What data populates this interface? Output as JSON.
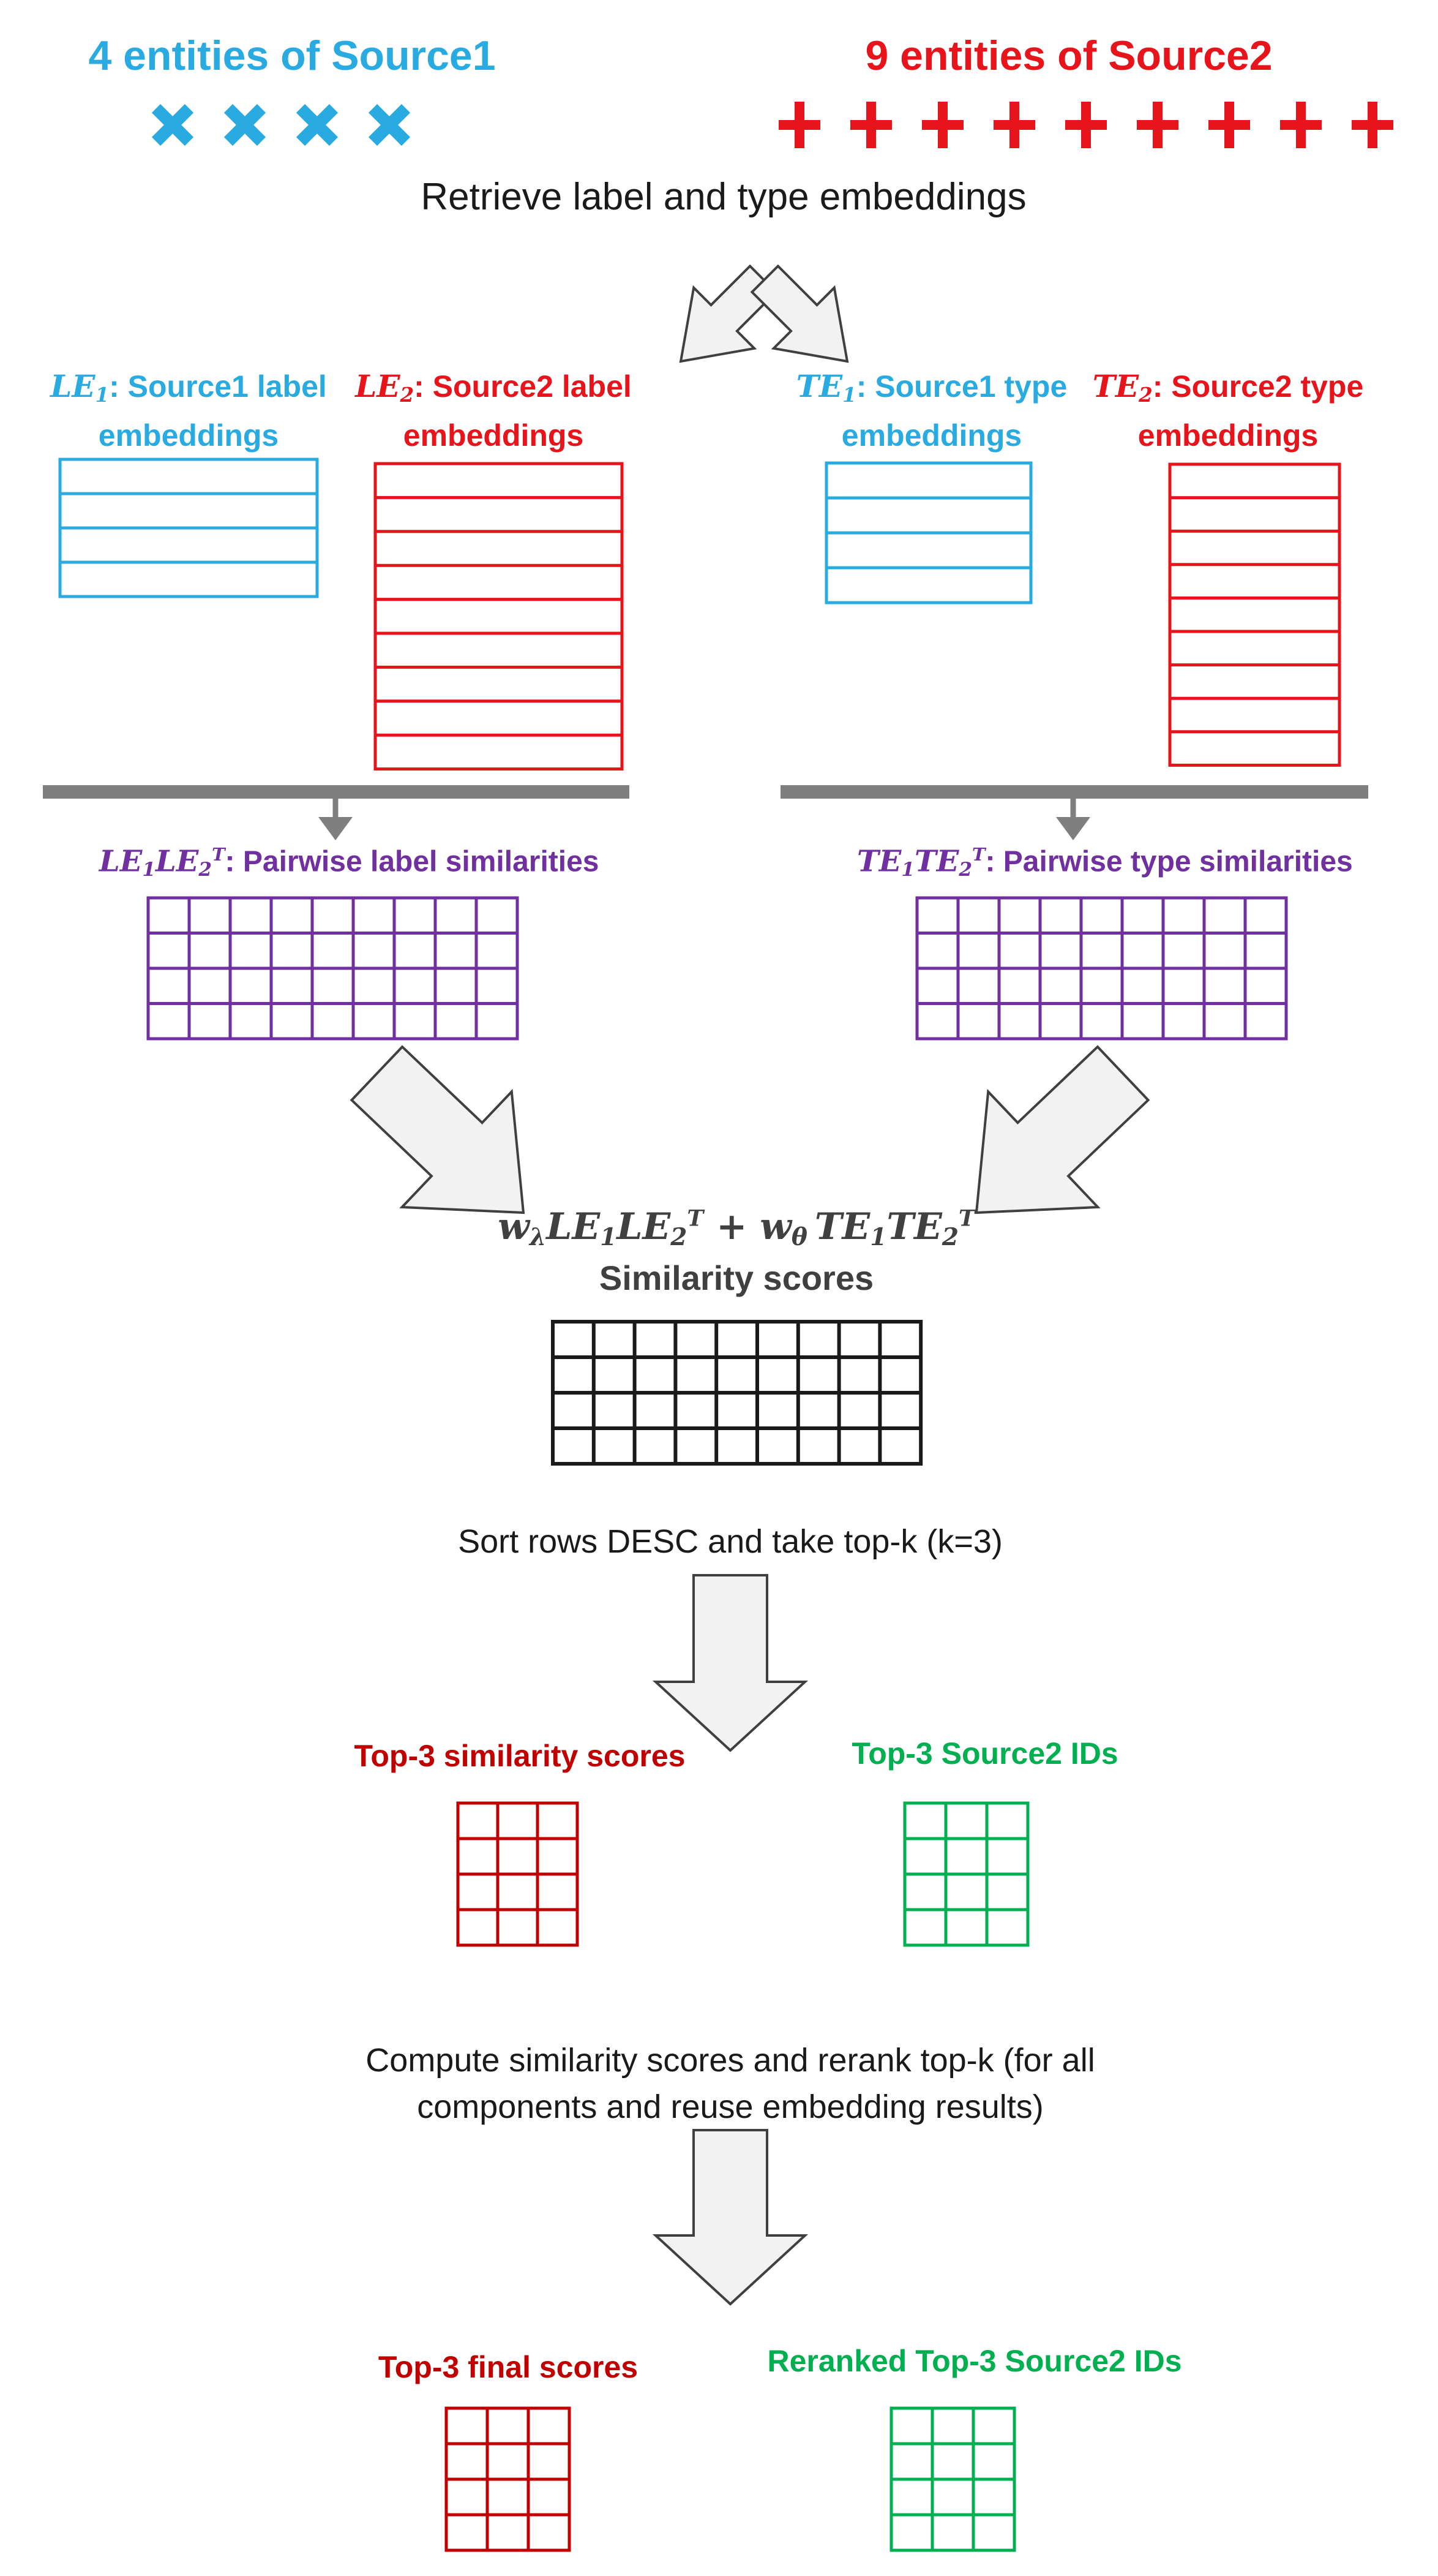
{
  "source1": {
    "title": "4 entities of Source1",
    "entity_count": 4,
    "marker_icon": "cross-icon",
    "color": "#29abe2"
  },
  "source2": {
    "title": "9 entities of Source2",
    "entity_count": 9,
    "marker_icon": "plus-icon",
    "color": "#e8141c"
  },
  "steps": {
    "retrieve": "Retrieve label and type  embeddings",
    "sort": "Sort rows DESC and take top-k (k=3)",
    "rerank_line1": "Compute similarity scores and rerank top-k (for all",
    "rerank_line2": "components and reuse embedding results)"
  },
  "embeddings": {
    "le1": {
      "symbol": "LE",
      "sub": "1",
      "rest": ": Source1 label",
      "line2": "embeddings"
    },
    "le2": {
      "symbol": "LE",
      "sub": "2",
      "rest": ": Source2 label",
      "line2": "embeddings"
    },
    "te1": {
      "symbol": "TE",
      "sub": "1",
      "rest": ": Source1 type",
      "line2": "embeddings"
    },
    "te2": {
      "symbol": "TE",
      "sub": "2",
      "rest": ": Source2 type",
      "line2": "embeddings"
    }
  },
  "pairwise": {
    "label": {
      "sym_a": "LE",
      "sub_a": "1",
      "sym_b": "LE",
      "sub_b": "2",
      "sup_b": "T",
      "rest": ": Pairwise label similarities"
    },
    "type": {
      "sym_a": "TE",
      "sub_a": "1",
      "sym_b": "TE",
      "sub_b": "2",
      "sup_b": "T",
      "rest": ": Pairwise type similarities"
    }
  },
  "combined": {
    "w_lambda": "w",
    "lambda": "λ",
    "w_theta": "w",
    "theta": "θ",
    "plus": " + ",
    "le_a": "LE",
    "le_a_sub": "1",
    "le_b": "LE",
    "le_b_sub": "2",
    "le_b_sup": "T",
    "te_a": "TE",
    "te_a_sub": "1",
    "te_b": "TE",
    "te_b_sub": "2",
    "te_b_sup": "T",
    "label": "Similarity scores"
  },
  "topk": {
    "scores_label": "Top-3 similarity scores",
    "ids_label": "Top-3  Source2 IDs",
    "final_scores_label": "Top-3 final scores",
    "reranked_ids_label": "Reranked Top-3 Source2 IDs"
  },
  "colors": {
    "blue": "#29abe2",
    "red": "#e8141c",
    "purple": "#7030a0",
    "black": "#1a1a1a",
    "darkred": "#c00000",
    "green": "#00b050",
    "gray_bar": "#7f7f7f",
    "arrow_fill": "#f2f2f2",
    "arrow_stroke": "#404040"
  }
}
